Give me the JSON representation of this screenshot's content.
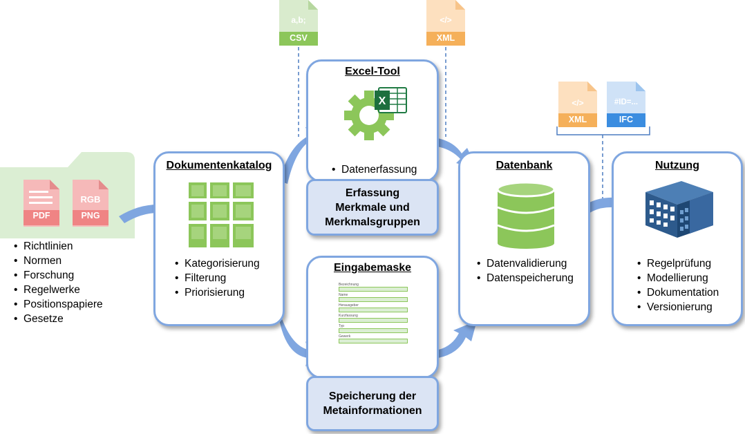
{
  "sources": {
    "file_pdf": "PDF",
    "file_png": "PNG",
    "file_png_top": "RGB",
    "items": [
      "Richtlinien",
      "Normen",
      "Forschung",
      "Regelwerke",
      "Positionspapiere",
      "Gesetze"
    ]
  },
  "dokumentenkatalog": {
    "title": "Dokumentenkatalog",
    "items": [
      "Kategorisierung",
      "Filterung",
      "Priorisierung"
    ]
  },
  "excel_tool": {
    "title": "Excel-Tool",
    "items": [
      "Datenerfassung"
    ],
    "sub_label_line1": "Erfassung",
    "sub_label_line2": "Merkmale und",
    "sub_label_line3": "Merkmalsgruppen",
    "file_csv": "CSV",
    "file_csv_top": "a,b;",
    "file_xml": "XML",
    "file_xml_top": "</>"
  },
  "eingabemaske": {
    "title": "Eingabemaske",
    "form_fields": [
      "Bezeichnung",
      "Name",
      "Herausgeber",
      "Kurzfassung",
      "Typ",
      "Gewerk"
    ],
    "sub_label_line1": "Speicherung der",
    "sub_label_line2": "Metainformationen"
  },
  "datenbank": {
    "title": "Datenbank",
    "items": [
      "Datenvalidierung",
      "Datenspeicherung"
    ],
    "file_xml": "XML",
    "file_xml_top": "</>",
    "file_ifc": "IFC",
    "file_ifc_top": "#ID=..."
  },
  "nutzung": {
    "title": "Nutzung",
    "items": [
      "Regelprüfung",
      "Modellierung",
      "Dokumentation",
      "Versionierung"
    ]
  },
  "colors": {
    "box_border": "#7fa6e0",
    "sub_box_fill": "#dbe4f4",
    "arrow": "#7fa6e0",
    "green": "#8cc65a",
    "pdf_red": "#f08080",
    "xml_orange": "#f5b05a",
    "ifc_blue": "#3b8de0",
    "csv_green": "#8cc65a"
  }
}
